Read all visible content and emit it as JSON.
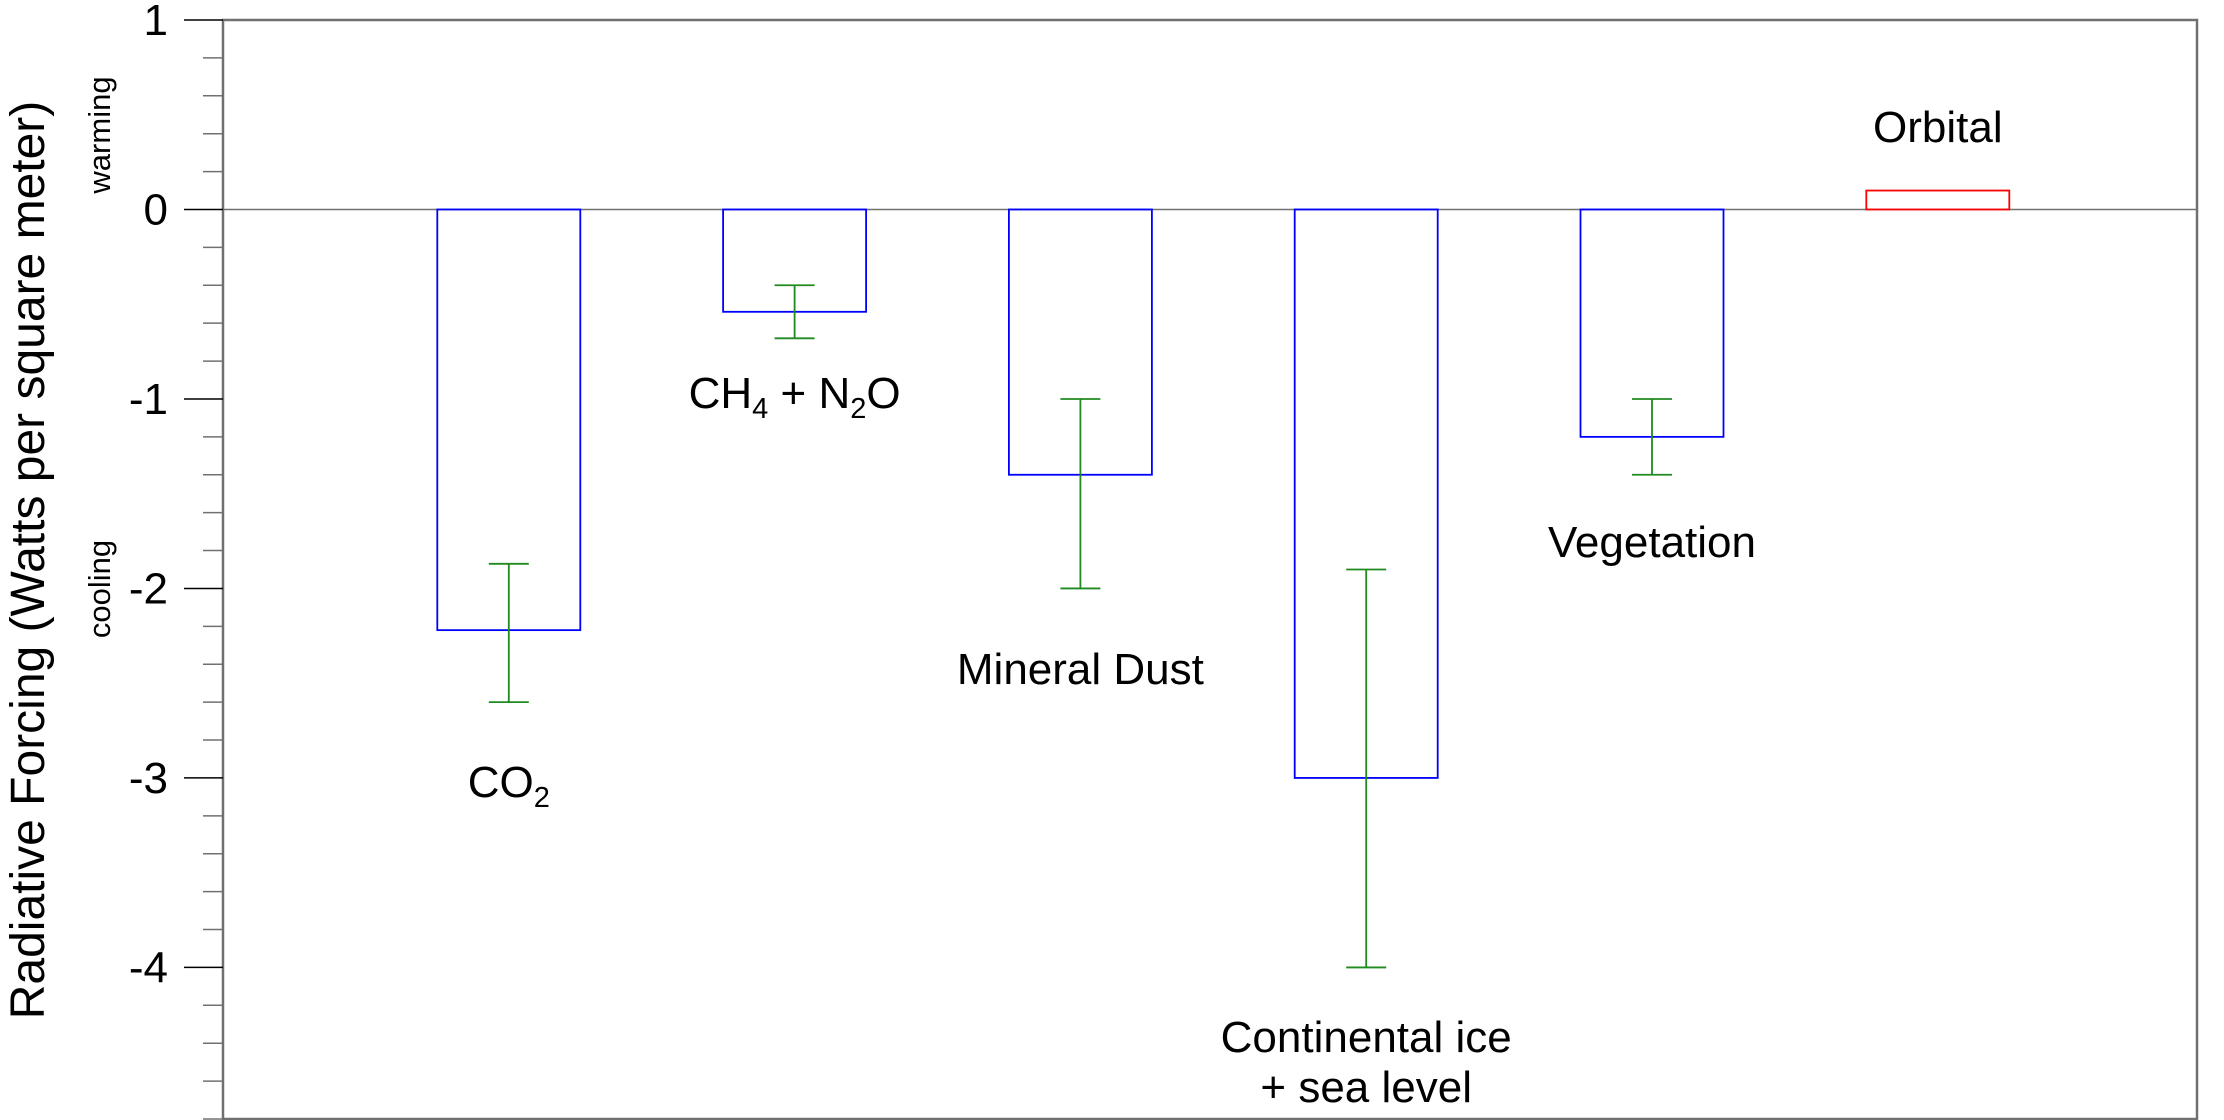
{
  "chart_data": {
    "type": "bar",
    "title": "",
    "xlabel": "",
    "ylabel": "Radiative Forcing (Watts per square meter)",
    "direction_labels": {
      "positive": "warming",
      "negative": "cooling"
    },
    "ylim": [
      -4.8,
      1
    ],
    "y_major_ticks": [
      1,
      0,
      -1,
      -2,
      -3,
      -4
    ],
    "y_tick_labels": [
      "1",
      "0",
      "-1",
      "-2",
      "-3",
      "-4"
    ],
    "y_minor_step": 0.2,
    "grid": false,
    "legend": "none",
    "colors": {
      "negative_bar": "#0000ff",
      "positive_bar": "#ff0000",
      "error_bar": "#1f8a1f",
      "axis": "#707070"
    },
    "categories": [
      {
        "label_parts": [
          {
            "t": "CO"
          },
          {
            "t": "2",
            "sub": true
          }
        ],
        "value": -2.22,
        "error": [
          -2.6,
          -1.87
        ]
      },
      {
        "label_parts": [
          {
            "t": "CH"
          },
          {
            "t": "4",
            "sub": true
          },
          {
            "t": " + N"
          },
          {
            "t": "2",
            "sub": true
          },
          {
            "t": "O"
          }
        ],
        "value": -0.54,
        "error": [
          -0.68,
          -0.4
        ]
      },
      {
        "label_parts": [
          {
            "t": "Mineral Dust"
          }
        ],
        "value": -1.4,
        "error": [
          -2.0,
          -1.0
        ]
      },
      {
        "label_lines": [
          "Continental ice",
          "+ sea level"
        ],
        "value": -3.0,
        "error": [
          -4.0,
          -1.9
        ]
      },
      {
        "label_parts": [
          {
            "t": "Vegetation"
          }
        ],
        "value": -1.2,
        "error": [
          -1.4,
          -1.0
        ]
      },
      {
        "label_parts": [
          {
            "t": "Orbital"
          }
        ],
        "value": 0.1,
        "error": null
      }
    ]
  }
}
